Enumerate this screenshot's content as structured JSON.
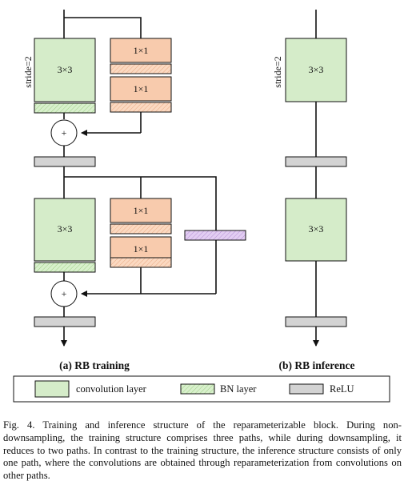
{
  "panel_a": {
    "stride_label": "stride=2",
    "conv3x3_label": "3×3",
    "conv1x1_label": "1×1",
    "add_symbol": "+",
    "title": "(a) RB training"
  },
  "panel_b": {
    "stride_label": "stride=2",
    "conv3x3_label": "3×3",
    "title": "(b) RB inference"
  },
  "legend": {
    "items": [
      {
        "label": "convolution layer"
      },
      {
        "label": "BN layer"
      },
      {
        "label": "ReLU"
      }
    ]
  },
  "colors": {
    "conv_green": "#d5ecc9",
    "conv1x1_orange": "#f8cbad",
    "bn_green": "#d8f0cc",
    "relu_gray": "#d3d3d3",
    "identity_bn_purple": "#dcc4ee"
  },
  "caption": "Fig. 4.  Training and inference structure of the reparameterizable block. During non-downsampling, the training structure comprises three paths, while during downsampling, it reduces to two paths. In contrast to the training structure, the inference structure consists of only one path, where the convolutions are obtained through reparameterization from convolutions on other paths."
}
